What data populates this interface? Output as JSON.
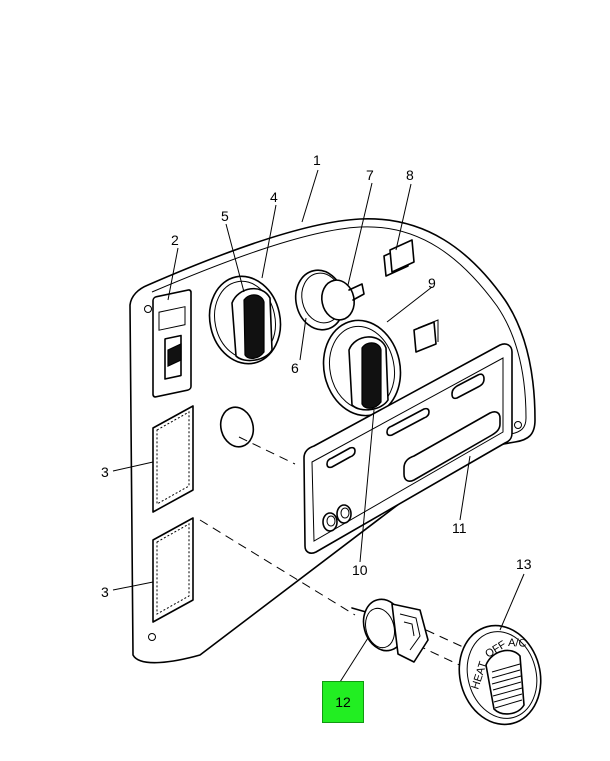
{
  "callouts": {
    "c1": "1",
    "c2": "2",
    "c3a": "3",
    "c3b": "3",
    "c4": "4",
    "c5": "5",
    "c6": "6",
    "c7": "7",
    "c8": "8",
    "c9": "9",
    "c10": "10",
    "c11": "11",
    "c12": "12",
    "c13": "13"
  },
  "dial": {
    "heat": "HEAT",
    "off": "OFF",
    "ac": "A/C"
  },
  "highlight_color": "#22ee22"
}
